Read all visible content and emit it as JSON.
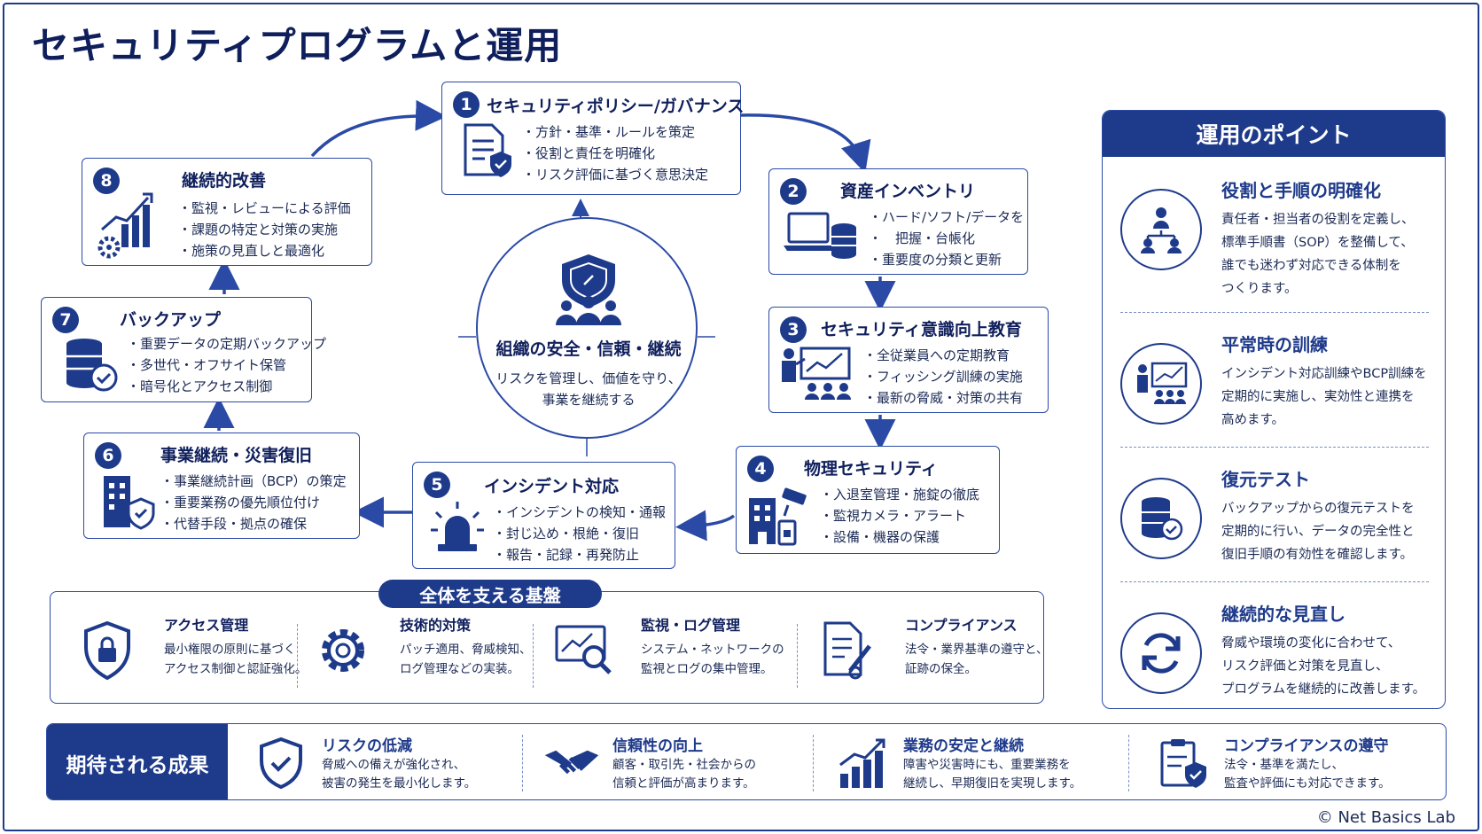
{
  "title": "セキュリティプログラムと運用",
  "colors": {
    "primary": "#1e3a8a",
    "accent": "#2b4aa6",
    "text": "#1b2a55"
  },
  "center": {
    "icon": "shield-people-icon",
    "title": "組織の安全・信頼・継続",
    "subtitle": "リスクを管理し、価値を守り、\n事業を継続する"
  },
  "steps": [
    {
      "num": "1",
      "title": "セキュリティポリシー/ガバナンス",
      "icon": "policy-document-icon",
      "bullets": [
        "方針・基準・ルールを策定",
        "役割と責任を明確化",
        "リスク評価に基づく意思決定"
      ]
    },
    {
      "num": "2",
      "title": "資産インベントリ",
      "icon": "laptop-database-icon",
      "bullets": [
        "ハード/ソフト/データを",
        "把握・台帳化",
        "重要度の分類と更新"
      ]
    },
    {
      "num": "3",
      "title": "セキュリティ意識向上教育",
      "icon": "training-presenter-icon",
      "bullets": [
        "全従業員への定期教育",
        "フィッシング訓練の実施",
        "最新の脅威・対策の共有"
      ]
    },
    {
      "num": "4",
      "title": "物理セキュリティ",
      "icon": "building-camera-icon",
      "bullets": [
        "入退室管理・施錠の徹底",
        "監視カメラ・アラート",
        "設備・機器の保護"
      ]
    },
    {
      "num": "5",
      "title": "インシデント対応",
      "icon": "alarm-siren-icon",
      "bullets": [
        "インシデントの検知・通報",
        "封じ込め・根絶・復旧",
        "報告・記録・再発防止"
      ]
    },
    {
      "num": "6",
      "title": "事業継続・災害復旧",
      "icon": "building-shield-icon",
      "bullets": [
        "事業継続計画（BCP）の策定",
        "重要業務の優先順位付け",
        "代替手段・拠点の確保"
      ]
    },
    {
      "num": "7",
      "title": "バックアップ",
      "icon": "database-check-icon",
      "bullets": [
        "重要データの定期バックアップ",
        "多世代・オフサイト保管",
        "暗号化とアクセス制御"
      ]
    },
    {
      "num": "8",
      "title": "継続的改善",
      "icon": "growth-chart-icon",
      "bullets": [
        "監視・レビューによる評価",
        "課題の特定と対策の実施",
        "施策の見直しと最適化"
      ]
    }
  ],
  "points": {
    "heading": "運用のポイント",
    "items": [
      {
        "title": "役割と手順の明確化",
        "icon": "org-chart-icon",
        "text": "責任者・担当者の役割を定義し、\n標準手順書（SOP）を整備して、\n誰でも迷わず対応できる体制を\nつくります。"
      },
      {
        "title": "平常時の訓練",
        "icon": "training-presenter-icon",
        "text": "インシデント対応訓練やBCP訓練を\n定期的に実施し、実効性と連携を\n高めます。"
      },
      {
        "title": "復元テスト",
        "icon": "database-check-icon",
        "text": "バックアップからの復元テストを\n定期的に行い、データの完全性と\n復旧手順の有効性を確認します。"
      },
      {
        "title": "継続的な見直し",
        "icon": "refresh-cycle-icon",
        "text": "脅威や環境の変化に合わせて、\nリスク評価と対策を見直し、\nプログラムを継続的に改善します。"
      }
    ]
  },
  "foundation": {
    "heading": "全体を支える基盤",
    "items": [
      {
        "title": "アクセス管理",
        "icon": "lock-shield-icon",
        "text": "最小権限の原則に基づく\nアクセス制御と認証強化。"
      },
      {
        "title": "技術的対策",
        "icon": "gear-icon",
        "text": "パッチ適用、脅威検知、\nログ管理などの実装。"
      },
      {
        "title": "監視・ログ管理",
        "icon": "monitor-search-icon",
        "text": "システム・ネットワークの\n監視とログの集中管理。"
      },
      {
        "title": "コンプライアンス",
        "icon": "document-pen-icon",
        "text": "法令・業界基準の遵守と、\n証跡の保全。"
      }
    ]
  },
  "outcomes": {
    "heading": "期待される成果",
    "items": [
      {
        "title": "リスクの低減",
        "icon": "shield-check-icon",
        "text": "脅威への備えが強化され、\n被害の発生を最小化します。"
      },
      {
        "title": "信頼性の向上",
        "icon": "handshake-icon",
        "text": "顧客・取引先・社会からの\n信頼と評価が高まります。"
      },
      {
        "title": "業務の安定と継続",
        "icon": "bar-growth-icon",
        "text": "障害や災害時にも、重要業務を\n継続し、早期復旧を実現します。"
      },
      {
        "title": "コンプライアンスの遵守",
        "icon": "clipboard-shield-icon",
        "text": "法令・基準を満たし、\n監査や評価にも対応できます。"
      }
    ]
  },
  "credit": "© Net Basics Lab"
}
